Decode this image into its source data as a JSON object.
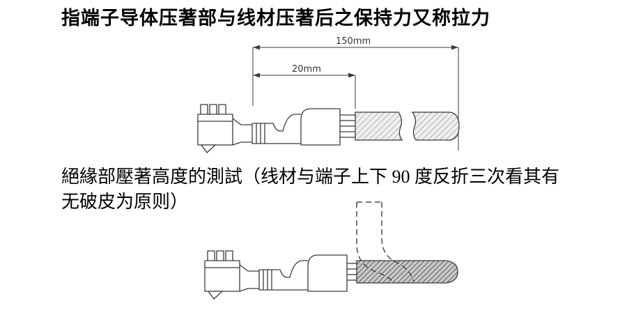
{
  "document": {
    "title": "指端子导体压著部与线材压著后之保持力又称拉力",
    "paragraph_line1": "絕緣部壓著高度的測試（线材与端子上下 90 度反折三次看其有",
    "paragraph_line2": "无破皮为原则）"
  },
  "diagram1": {
    "dim_150_label": "150mm",
    "dim_20_label": "20mm"
  },
  "colors": {
    "line": "#3a3a3a",
    "hatch_light_bg": "#efefef",
    "hatch_dark_bg": "#c9c9c9"
  }
}
